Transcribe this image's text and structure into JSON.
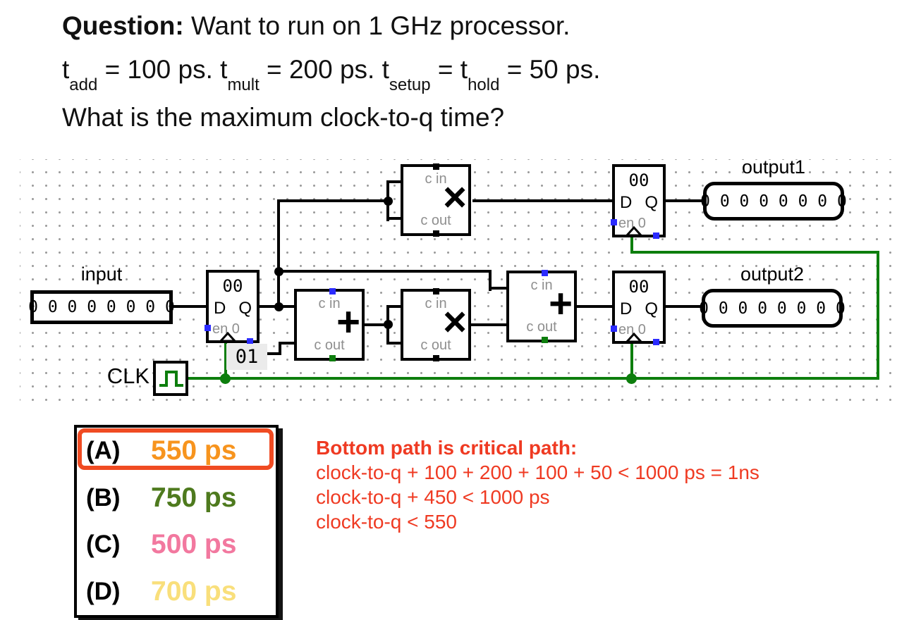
{
  "question": {
    "heading": "Question:",
    "heading_rest": "  Want to run on 1 GHz processor.",
    "timing": {
      "t1_base": "t",
      "t1_sub": "add",
      "t1_rest": " = 100 ps.  ",
      "t2_base": "t",
      "t2_sub": "mult",
      "t2_rest": " = 200 ps.  ",
      "t3_base": "t",
      "t3_sub": "setup",
      "t3_mid": " = t",
      "t3_sub2": "hold",
      "t3_rest": " = 50 ps."
    },
    "line3": "What is the maximum clock-to-q time?"
  },
  "circuit": {
    "input_label": "input",
    "output1_label": "output1",
    "output2_label": "output2",
    "clk_label": "CLK",
    "input_bits": "0 0 0 0 0 0 0 0",
    "output1_bits": "0 0 0 0 0 0 0 0",
    "output2_bits": "0 0 0 0 0 0 0 0",
    "constant_value": "01",
    "register_value_1": "00",
    "register_value_2": "00",
    "register_value_3": "00",
    "reg_d": "D",
    "reg_q": "Q",
    "reg_en": "en 0",
    "cin": "c in",
    "cout": "c out",
    "mult_symbol": "×",
    "add_symbol": "+",
    "wire_color": "#000000",
    "clock_color": "#0d7e0d"
  },
  "answers": {
    "highlight_color": "#f04b22",
    "options": [
      {
        "letter": "(A)",
        "value": "550 ps",
        "color": "#f7941e",
        "selected": true
      },
      {
        "letter": "(B)",
        "value": "750 ps",
        "color": "#4e7a1e",
        "selected": false
      },
      {
        "letter": "(C)",
        "value": "500 ps",
        "color": "#f2789f",
        "selected": false
      },
      {
        "letter": "(D)",
        "value": "700 ps",
        "color": "#f9df7b",
        "selected": false
      }
    ]
  },
  "explanation": {
    "heading": "Bottom path is critical path:",
    "line1": "clock-to-q + 100 + 200 + 100 + 50 < 1000 ps = 1ns",
    "line2": "clock-to-q + 450 < 1000 ps",
    "line3": "clock-to-q < 550",
    "color": "#ef3a22"
  }
}
